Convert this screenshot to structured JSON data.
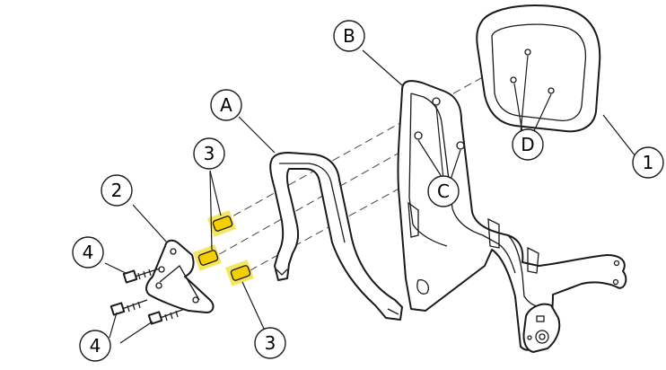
{
  "callouts": {
    "A": "A",
    "B": "B",
    "C": "C",
    "D": "D",
    "one": "1",
    "two": "2",
    "three_top": "3",
    "three_bottom": "3",
    "four_top": "4",
    "four_bottom": "4"
  },
  "colors": {
    "highlight": "#f2dc2a",
    "bushing": "#f5d000",
    "line": "#1a1a1a"
  }
}
